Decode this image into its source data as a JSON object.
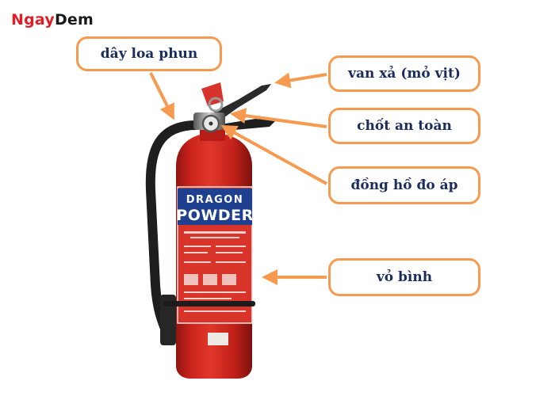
{
  "brand": {
    "logo_part1": "Ngay",
    "logo_part2": "Dem"
  },
  "labels": {
    "hose": "dây loa phun",
    "discharge_valve": "van xả (mỏ vịt)",
    "safety_pin": "chốt an toàn",
    "pressure_gauge": "đồng hồ đo áp",
    "shell": "vỏ bình"
  },
  "extinguisher": {
    "brand_text": "DRAGON",
    "type_text": "POWDER"
  },
  "colors": {
    "arrow": "#f59a4e",
    "box_border": "#f59a4e",
    "label_text": "#1b2c5e",
    "cylinder_red": "#d3241c",
    "label_band_blue": "#1f3f8f",
    "logo_red": "#e11d26"
  }
}
